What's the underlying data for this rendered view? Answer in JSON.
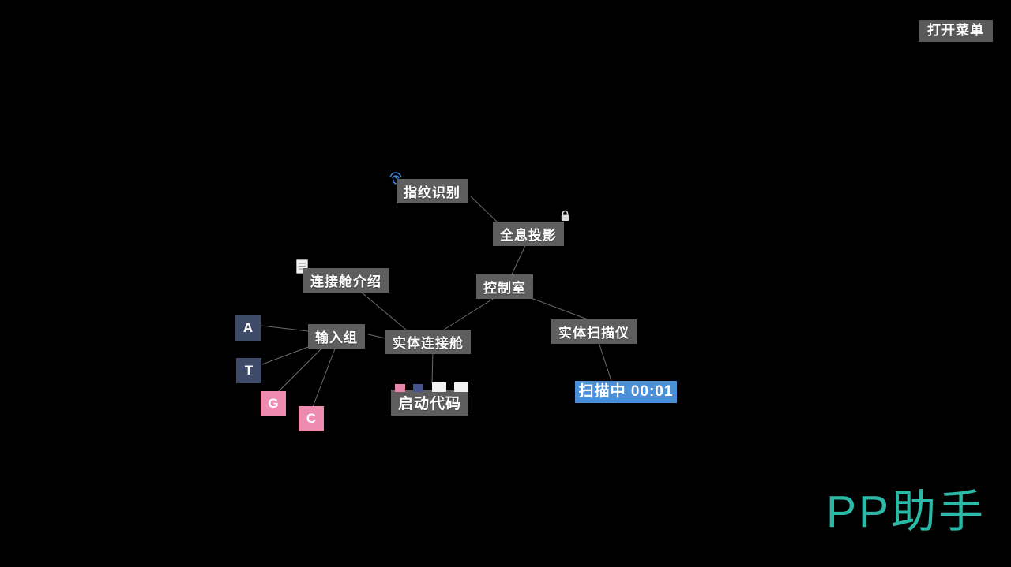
{
  "menu": {
    "open_label": "打开菜单"
  },
  "watermark": {
    "text": "PP助手",
    "color": "#2cbaa8"
  },
  "nodes": {
    "fingerprint": "指纹识别",
    "hologram": "全息投影",
    "cabin_intro": "连接舱介绍",
    "control_room": "控制室",
    "input_group": "输入组",
    "cabin": "实体连接舱",
    "scanner": "实体扫描仪",
    "startup_code": "启动代码"
  },
  "letters": [
    {
      "label": "A",
      "color": "#3d4a68"
    },
    {
      "label": "T",
      "color": "#3d4a68"
    },
    {
      "label": "G",
      "color": "#ef8ab0"
    },
    {
      "label": "C",
      "color": "#ef8ab0"
    }
  ],
  "scanner_status": {
    "label": "扫描中 00:01",
    "color": "#4a90d8"
  },
  "code_squares": [
    "#e885ab",
    "#45548e",
    "#f2f2f2",
    "#f2f2f2"
  ],
  "icons": {
    "fingerprint_color": "#3f86d8",
    "lock_color": "#dcdcdc",
    "document_color": "#f2f2f2"
  }
}
